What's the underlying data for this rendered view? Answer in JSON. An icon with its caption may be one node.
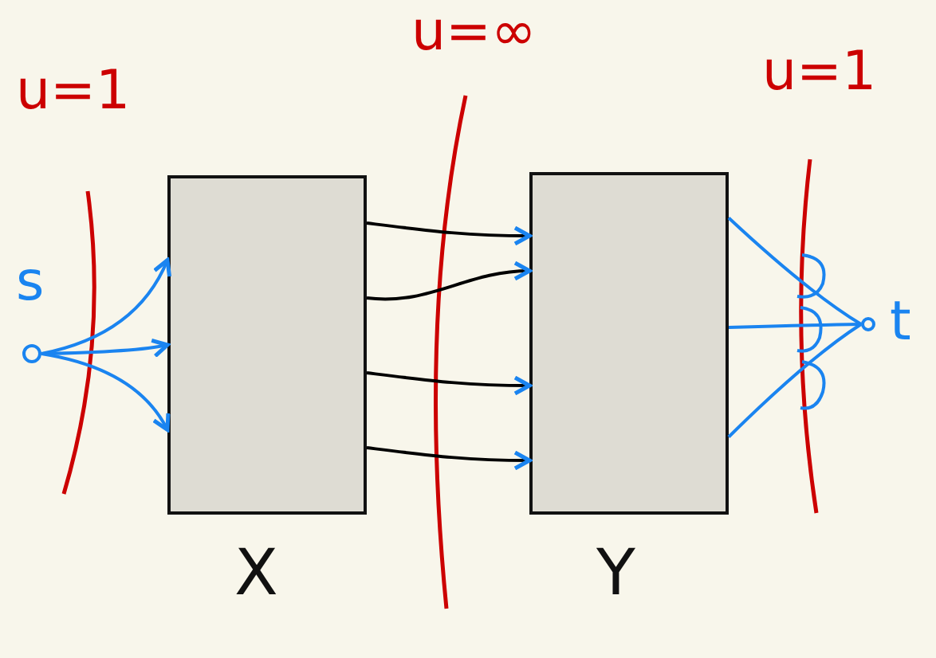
{
  "diagram": {
    "nodes": [
      {
        "text": [],
        "shape": "circle",
        "beside": [
          "s"
        ]
      },
      {
        "text": [
          "X"
        ]
      },
      {
        "text": [
          "Y"
        ]
      },
      {
        "text": [],
        "shape": "circle",
        "beside": [
          "t"
        ]
      }
    ],
    "edges": [
      {
        "from": 0,
        "to": 1,
        "arrow": "to"
      },
      {
        "from": 0,
        "to": 1,
        "arrow": "to"
      },
      {
        "from": 0,
        "to": 1,
        "arrow": "to"
      },
      {
        "from": 1,
        "to": 2,
        "arrow": "to",
        "color": "#000000"
      },
      {
        "from": 1,
        "to": 2,
        "arrow": "to",
        "color": "#000000"
      },
      {
        "from": 1,
        "to": 2,
        "arrow": "to",
        "color": "#000000"
      },
      {
        "from": 1,
        "to": 2,
        "arrow": "to",
        "color": "#000000"
      },
      {
        "from": 2,
        "to": 3,
        "arrow": "none"
      },
      {
        "from": 2,
        "to": 3,
        "arrow": "none"
      },
      {
        "from": 2,
        "to": 3,
        "arrow": "none"
      }
    ],
    "labels": [
      "u=1",
      "u=∞",
      "u=1"
    ]
  }
}
